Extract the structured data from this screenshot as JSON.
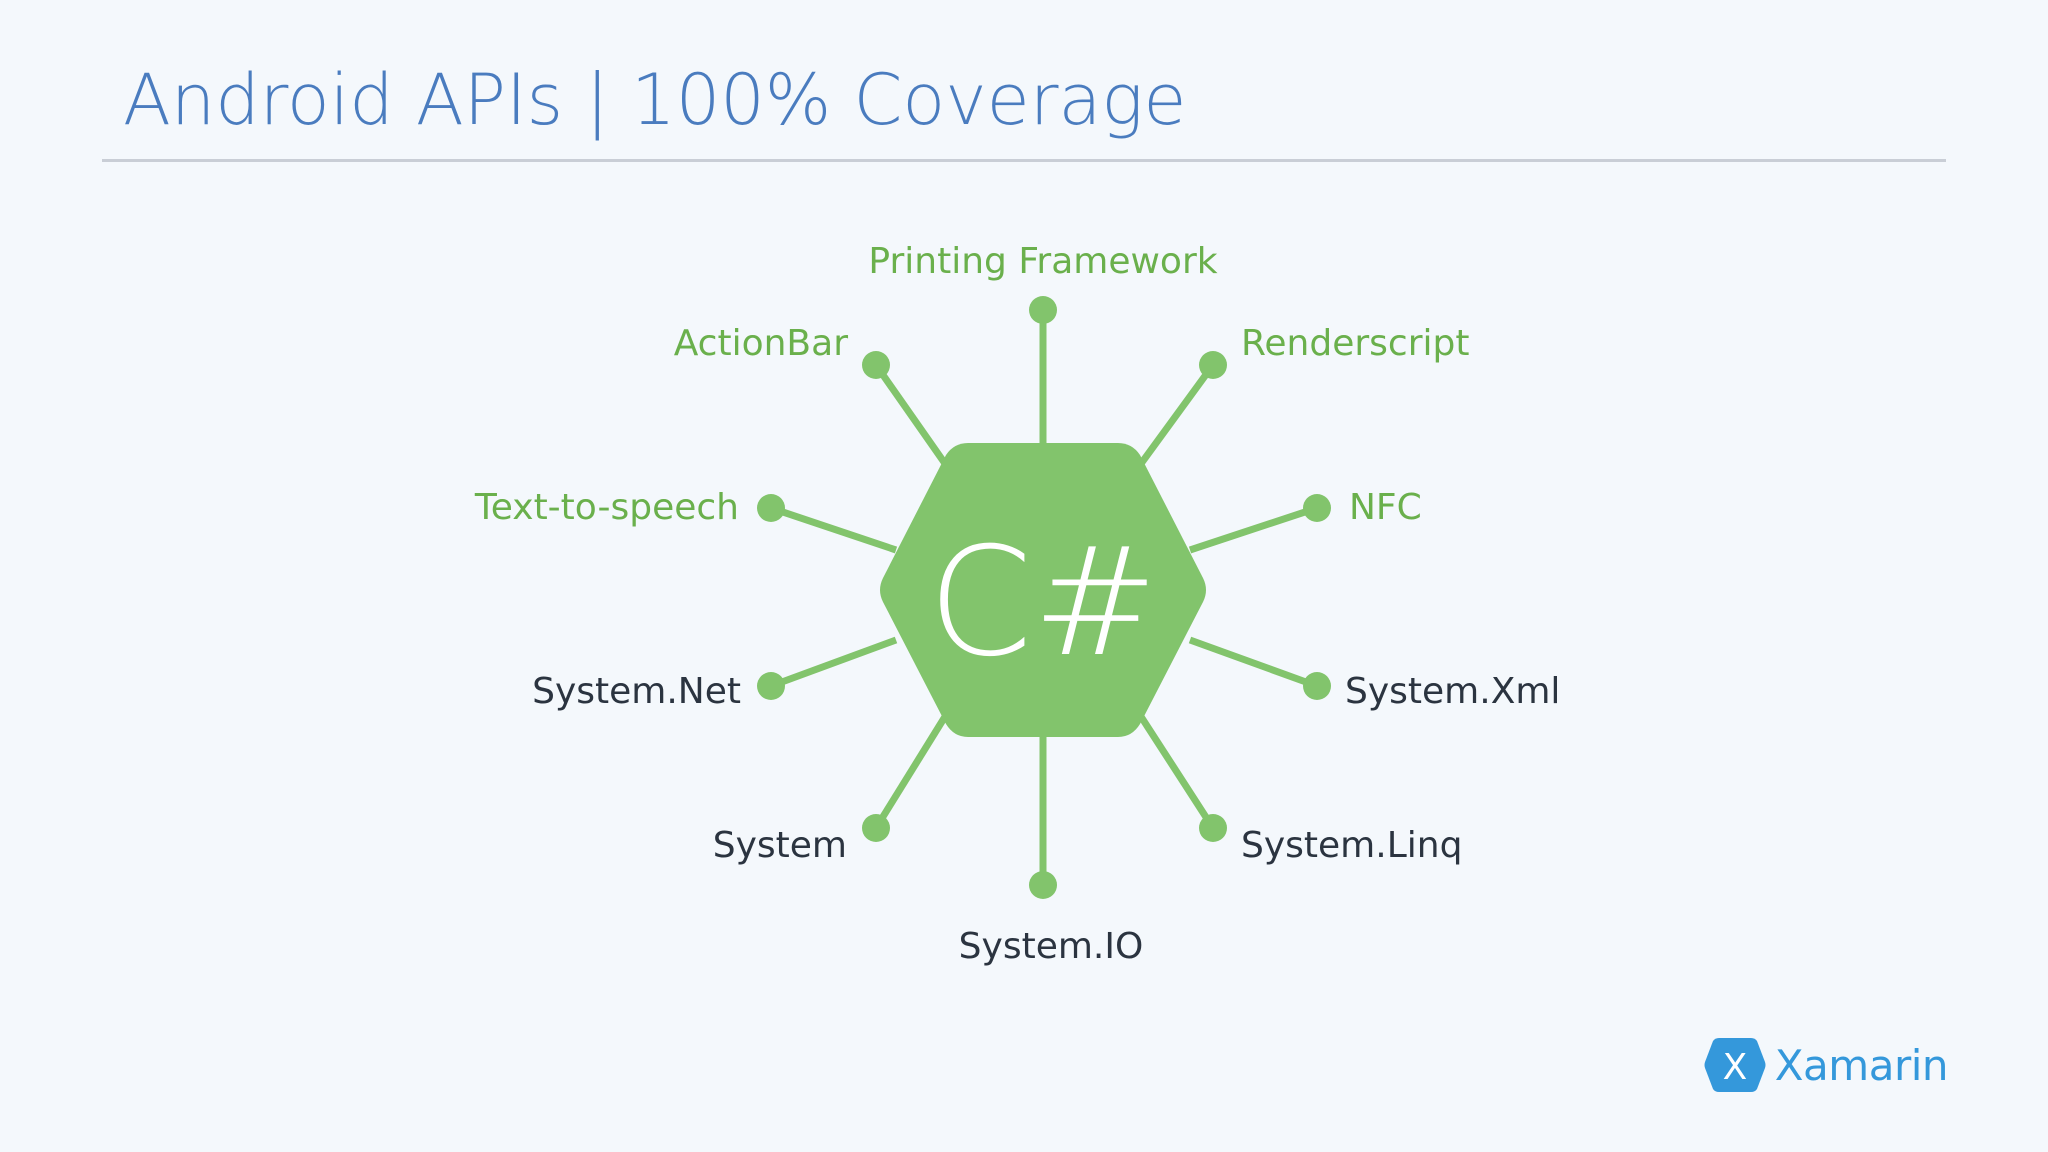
{
  "slide": {
    "title": "Android APIs | 100% Coverage"
  },
  "diagram": {
    "center_label": "C#",
    "colors": {
      "hub": "#82c46c",
      "android_label": "#6ab04c",
      "system_label": "#2b3440",
      "hub_text": "#ffffff"
    },
    "nodes": [
      {
        "id": "printing-framework",
        "label": "Printing Framework",
        "group": "android"
      },
      {
        "id": "renderscript",
        "label": "Renderscript",
        "group": "android"
      },
      {
        "id": "nfc",
        "label": "NFC",
        "group": "android"
      },
      {
        "id": "system-xml",
        "label": "System.Xml",
        "group": "system"
      },
      {
        "id": "system-linq",
        "label": "System.Linq",
        "group": "system"
      },
      {
        "id": "system-io",
        "label": "System.IO",
        "group": "system"
      },
      {
        "id": "system",
        "label": "System",
        "group": "system"
      },
      {
        "id": "system-net",
        "label": "System.Net",
        "group": "system"
      },
      {
        "id": "text-to-speech",
        "label": "Text-to-speech",
        "group": "android"
      },
      {
        "id": "actionbar",
        "label": "ActionBar",
        "group": "android"
      }
    ]
  },
  "footer": {
    "logo_text": "Xamarin",
    "logo_glyph": "X",
    "logo_color": "#3498db",
    "logo_icon": "xamarin-hexagon-icon"
  }
}
